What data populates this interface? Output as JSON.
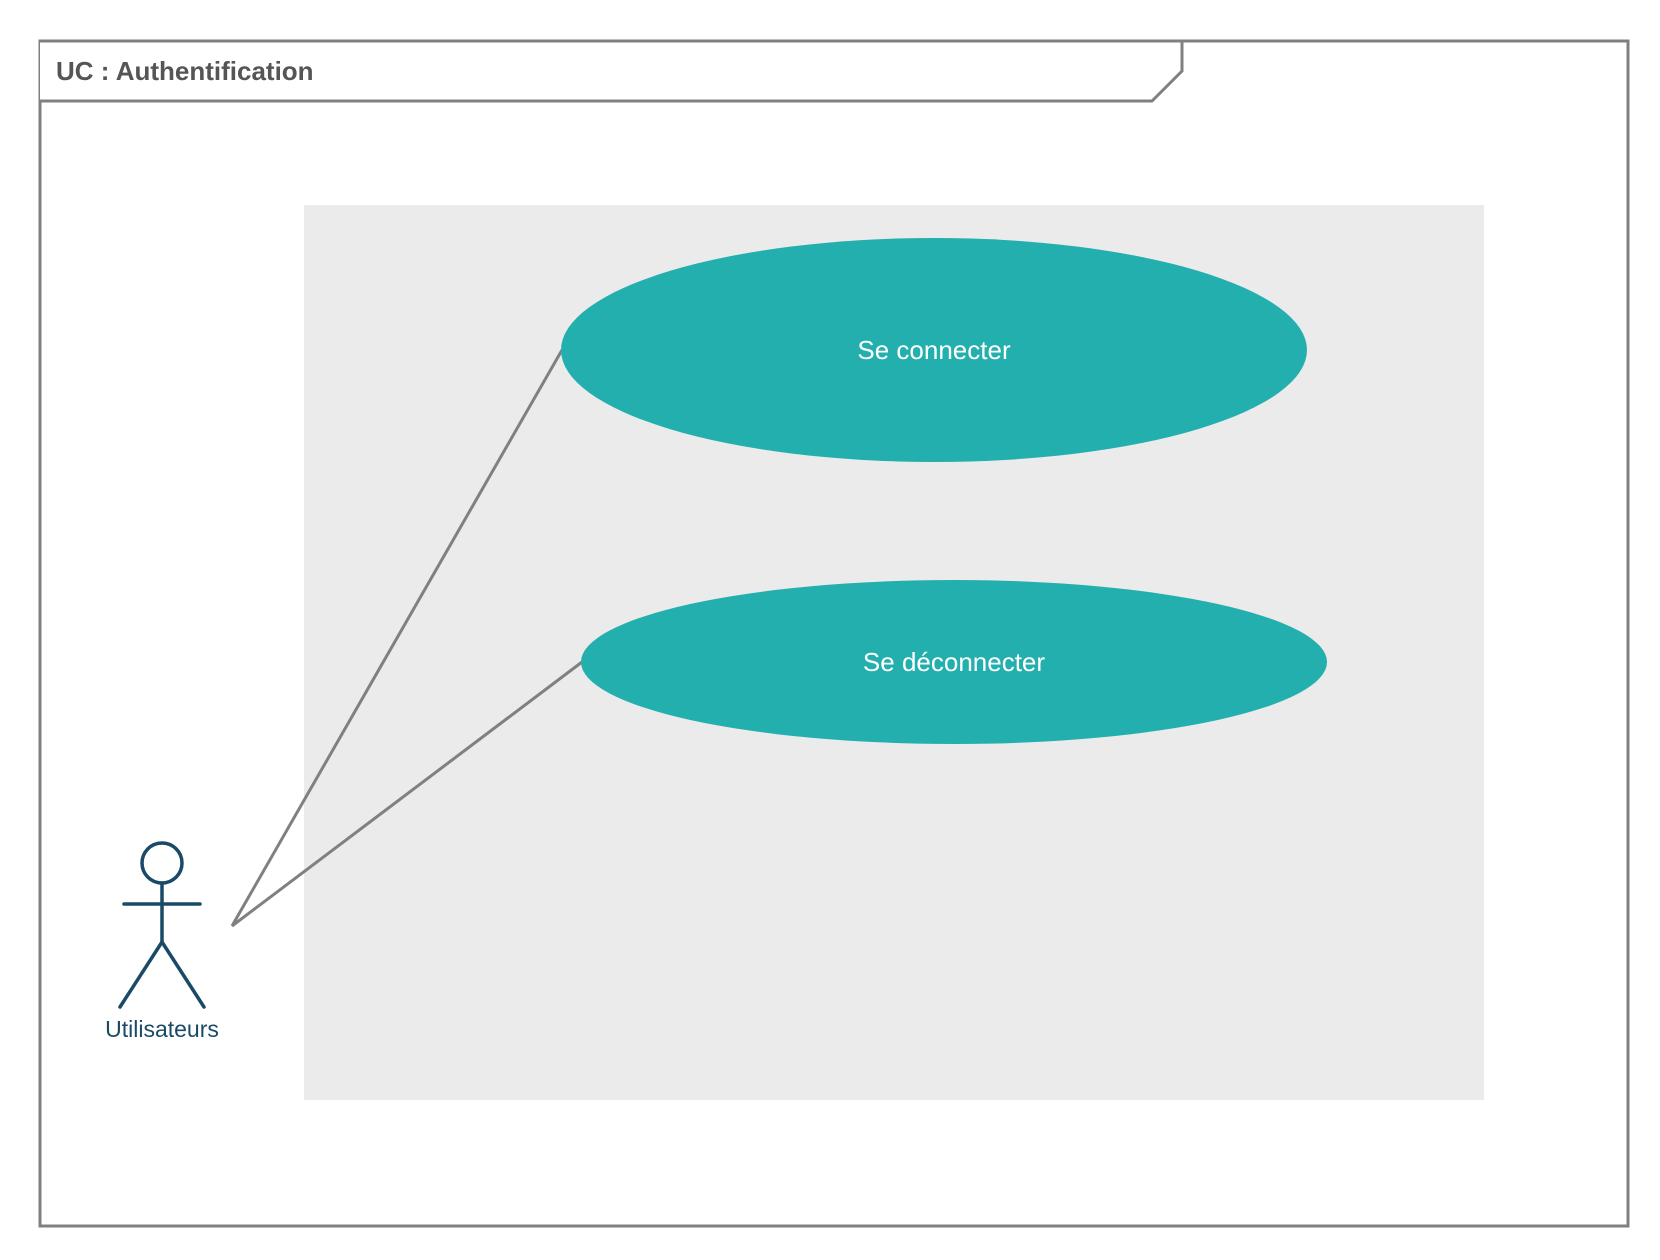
{
  "frame": {
    "title": "UC : Authentification"
  },
  "actor": {
    "name": "Utilisateurs"
  },
  "use_cases": [
    {
      "label": "Se connecter"
    },
    {
      "label": "Se déconnecter"
    }
  ],
  "colors": {
    "frame_border": "#808080",
    "frame_title_text": "#555555",
    "system_boundary_fill": "#ebebeb",
    "use_case_fill": "#24afaf",
    "use_case_text": "#ffffff",
    "actor": "#1a4a66",
    "association_line": "#808080"
  }
}
